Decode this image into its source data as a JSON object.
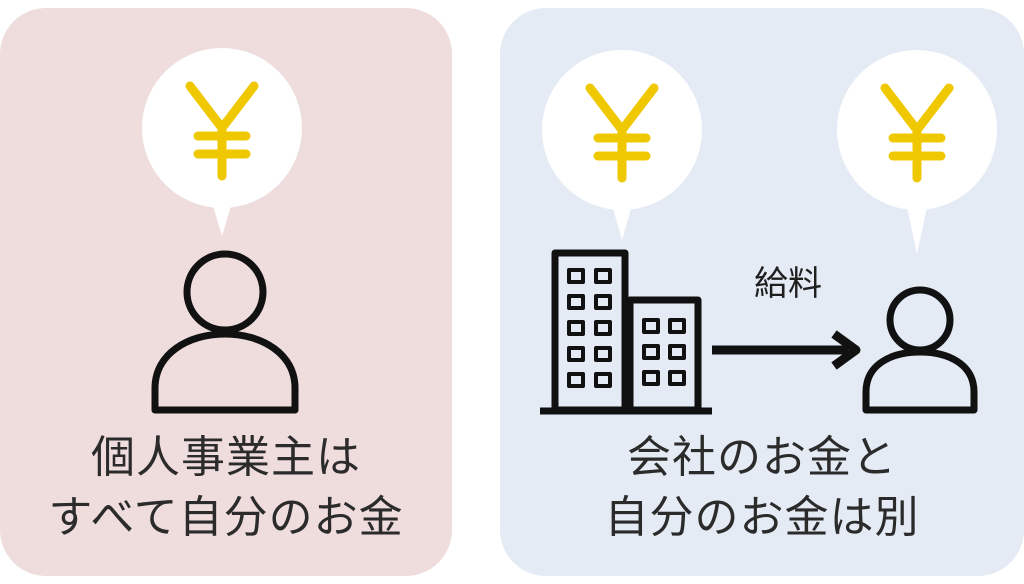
{
  "colors": {
    "left_panel_bg": "#efdcdc",
    "right_panel_bg": "#e4ebf4",
    "yen_color": "#f0c800",
    "line_color": "#111111",
    "bubble_color": "#ffffff"
  },
  "yen_symbol": "¥",
  "icons": [
    "yen-icon",
    "person-icon",
    "building-icon",
    "arrow-right-icon"
  ],
  "left_panel": {
    "caption_line1": "個人事業主は",
    "caption_line2": "すべて自分のお金"
  },
  "right_panel": {
    "arrow_label": "給料",
    "caption_line1": "会社のお金と",
    "caption_line2": "自分のお金は別"
  }
}
